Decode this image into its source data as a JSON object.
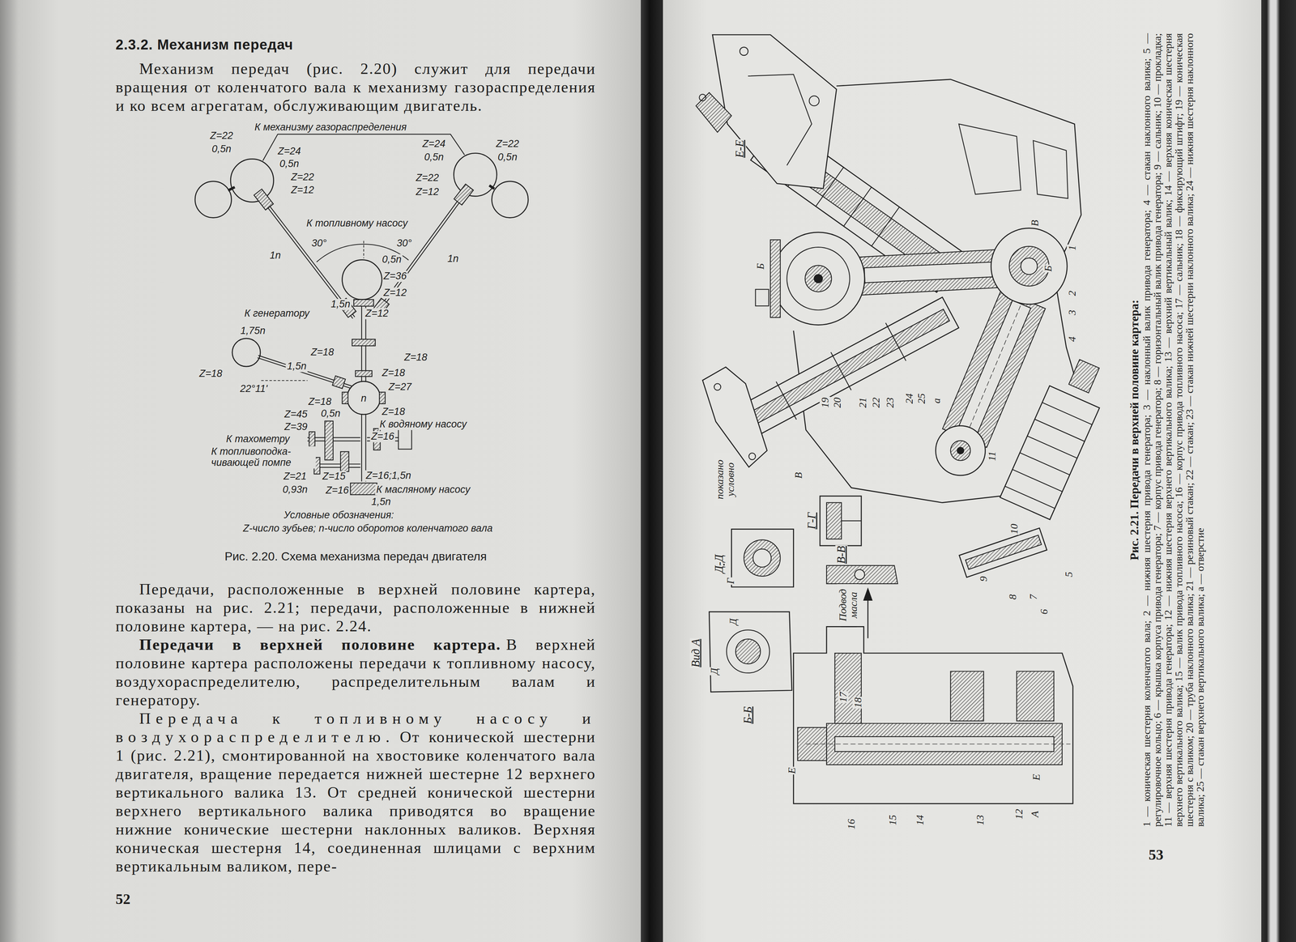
{
  "diagram": {
    "title": "2.3.2. Механизм передач",
    "caption": "Рис. 2.20. Схема механизма передач двигателя",
    "labels": [
      "Механизм передач (рис. 2.20) служит для передачи вращения от коленчатого вала к механизму газораспределения и ко всем агрегатам, обслуживающим двигатель.",
      "К механизму газораспределения",
      "Z=22",
      "0,5n",
      "Z=24",
      "0,5n",
      "Z=22",
      "Z=12",
      "Z=24",
      "0,5n",
      "Z=22",
      "Z=12",
      "Z=22",
      "0,5n",
      "К топливному насосу",
      "30°",
      "30°",
      "1n",
      "1n",
      "0,5n",
      "Z=36",
      "Z=12",
      "К генератору",
      "1,5n",
      "Z=12",
      "1,75n",
      "Z=18",
      "Z=18",
      "Z=18",
      "1,5n",
      "Z=18",
      "22°11'",
      "Z=27",
      "Z=18",
      "n",
      "0,5n",
      "Z=18",
      "Z=45",
      "Z=39",
      "К водяному насосу",
      "К тахометру",
      "Z=16",
      "К топливоподка- чивающей помпе",
      "Z=21",
      "Z=15",
      "Z=16;1,5n",
      "0,93n",
      "Z=16",
      "К масляному насосу",
      "1,5n",
      "Условные обозначения:",
      "Z-число зубьев; n-число оборотов коленчатого вала",
      "Передачи, расположенные в верхней половине картера, показаны на рис. 2.21; передачи, расположенные в нижней половине картера, — на рис. 2.24.",
      "Передачи в верхней половине картера.",
      "В верхней половине картера расположены передачи к топливному насосу, воздухораспределителю, распределительным валам и генератору.",
      "Передача к топливному насосу и воздухораспределителю.",
      "От конической шестерни 1 (рис. 2.21), смонтированной на хвостовике коленчатого вала двигателя, вращение передается нижней шестерне 12 верхнего вертикального валика 13. От средней конической шестерни верхнего вертикального валика приводятся во вращение нижние конические шестерни наклонных валиков. Верхняя коническая шестерня 14, соединенная шлицами с верхним вертикальным валиком, пере-",
      "52",
      "Е-Е",
      "Б",
      "В",
      "Б",
      "1",
      "2",
      "3",
      "4",
      "19",
      "20",
      "21",
      "22",
      "23",
      "24",
      "25",
      "а",
      "В",
      "11",
      "показано условно",
      "10",
      "Г-Г",
      "В-В",
      "Д-Д",
      "Г",
      "9",
      "5",
      "8",
      "7",
      "6",
      "Подвод масла",
      "Вид А",
      "Д",
      "Д",
      "17",
      "18",
      "Б-Б",
      "Е",
      "Е",
      "16",
      "15",
      "14",
      "13",
      "12",
      "А",
      "Рис. 2.21. Передачи в верхней половине картера:",
      "1 — коническая шестерня коленчатого вала; 2 — нижняя шестерня привода генератора; 3 — наклонный валик привода генератора; 4 — стакан наклонного валика; 5 — регулировочное кольцо; 6 — крышка корпуса привода генератора; 7 — корпус привода генератора; 8 — горизонтальный валик привода генератора; 9 — сальник; 10 — прокладка; 11 — верхняя шестерня привода генератора; 12 — нижняя шестерня верхнего вертикального валика; 13 — верхний вертикальный валик; 14 — верхняя коническая шестерня верхнего вертикального валика; 15 — валик привода топливного насоса; 16 — корпус привода топливного насоса; 17 — сальник; 18 — фиксирующий штифт; 19 — коническая шестерня с валиком; 20 — труба наклонного валика; 21 — резиновый стакан; 22 — стакан; 23 — стакан нижней шестерни наклонного валика; 24 — нижняя шестерня наклонного валика; 25 — стакан верхнего вертикального валика; а — отверстие",
      "53"
    ]
  }
}
